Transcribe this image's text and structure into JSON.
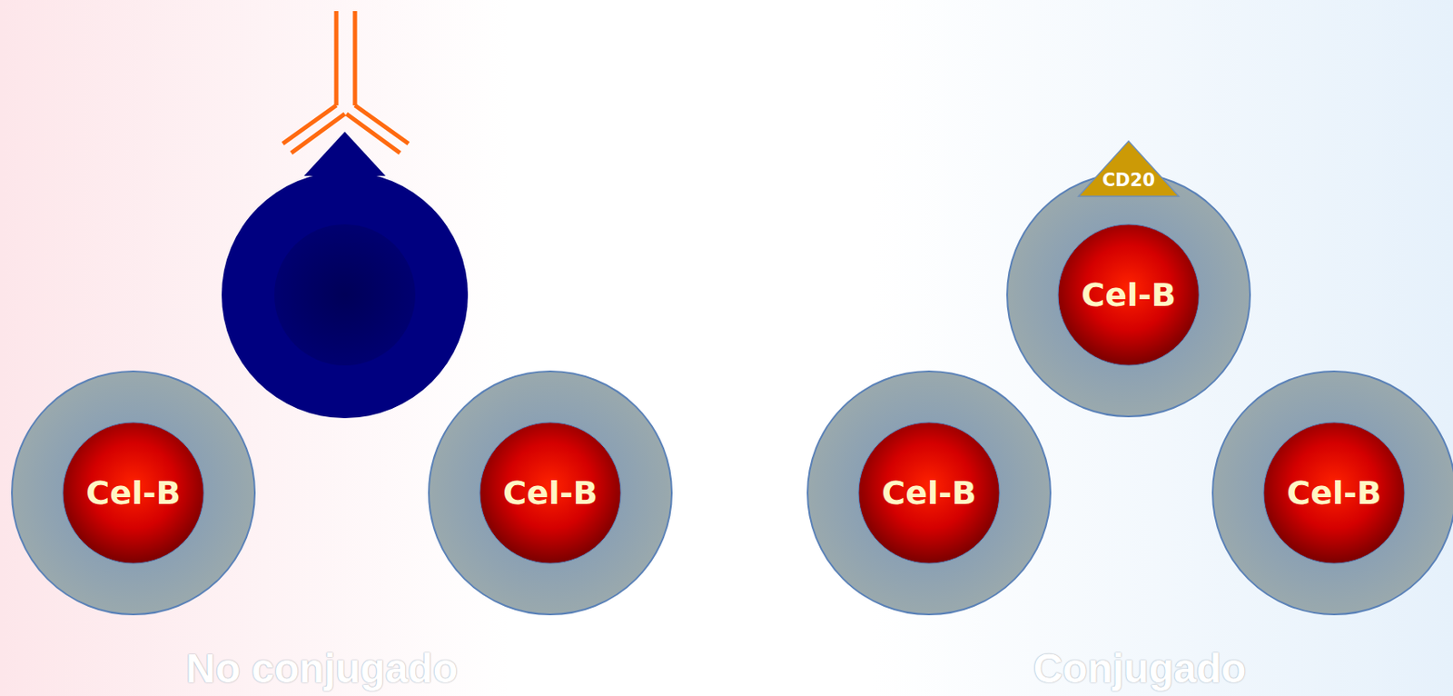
{
  "diagram": {
    "nodes": [
      {
        "text": [
          "CD20"
        ]
      },
      {
        "text": [
          "Cel-B"
        ]
      },
      {
        "text": [
          "Cel-B"
        ]
      },
      {
        "text": [
          "Cel-B"
        ]
      },
      {
        "text": [
          "Cel-B"
        ]
      },
      {
        "text": [
          "Cel-B"
        ]
      }
    ],
    "labels": [
      "No conjugado",
      "Conjugado"
    ]
  }
}
